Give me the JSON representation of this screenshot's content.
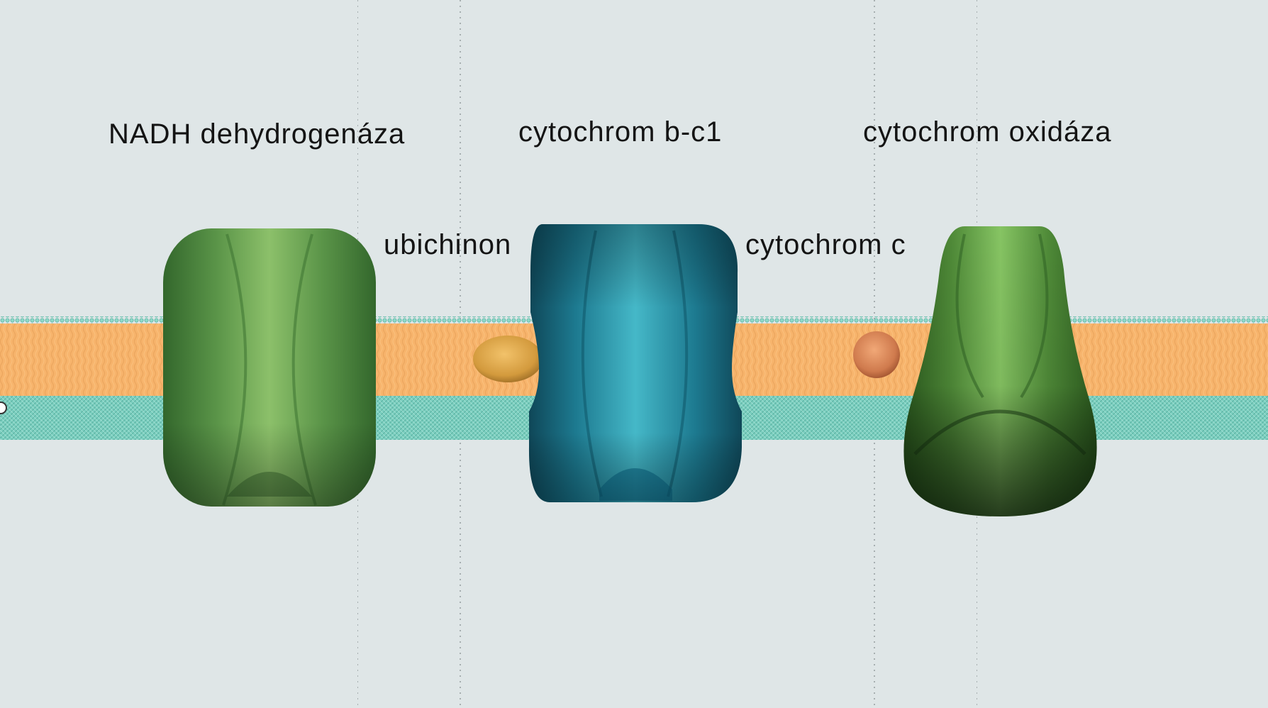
{
  "labels": {
    "nadh_dehydrogenase": "NADH dehydrogenáza",
    "cytochrome_bc1": "cytochrom b-c1",
    "cytochrome_oxidase": "cytochrom oxidáza",
    "ubiquinone": "ubichinon",
    "cytochrome_c": "cytochrom c"
  },
  "colors": {
    "background": "#dfe6e7",
    "membrane_core": "#f7b46c",
    "membrane_heads": "#7fcfbf",
    "nadh_dehydrogenase": "#5e9a4e",
    "cytochrome_bc1": "#2a8fa6",
    "cytochrome_oxidase": "#4f8a3a",
    "ubiquinone": "#d59a3c",
    "cytochrome_c": "#d07a4e"
  }
}
